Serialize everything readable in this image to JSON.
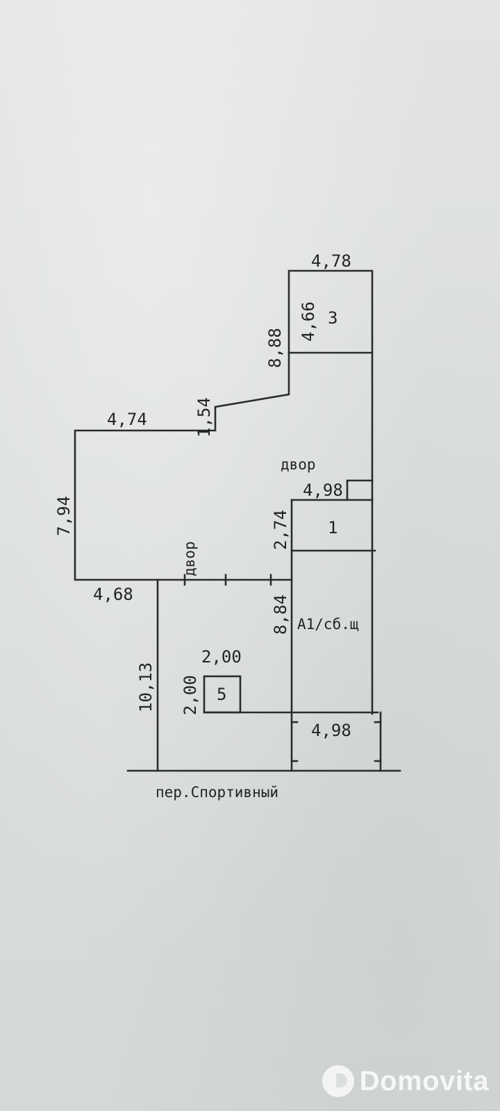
{
  "plan": {
    "labels": {
      "top_width": "4,78",
      "room3_height": "4,66",
      "room3_id": "3",
      "right_height": "8,88",
      "step_height": "1,54",
      "upper_width": "4,74",
      "left_height": "7,94",
      "yard_upper": "двор",
      "room1_width": "4,98",
      "room1_height": "2,74",
      "room1_id": "1",
      "yard_left": "двор",
      "lower_left_width": "4,68",
      "a1_height": "8,84",
      "a1_id": "А1/сб.щ",
      "lot_height": "10,13",
      "room5_width": "2,00",
      "room5_height": "2,00",
      "room5_id": "5",
      "bottom_width": "4,98",
      "street": "пер.Спортивный"
    }
  },
  "watermark": {
    "text": "Domovita"
  }
}
